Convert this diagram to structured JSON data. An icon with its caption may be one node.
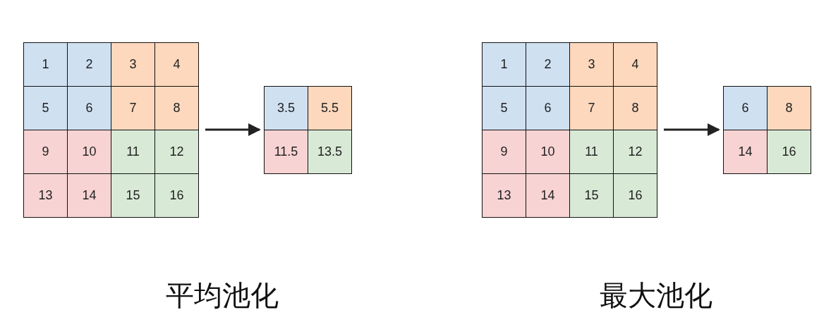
{
  "diagram": {
    "nodes": [
      {
        "text": [],
        "shape": "box"
      },
      {
        "text": [
          "1"
        ],
        "in": 0
      },
      {
        "text": [
          "2"
        ],
        "in": 0
      },
      {
        "text": [
          "3"
        ],
        "in": 0
      },
      {
        "text": [
          "4"
        ],
        "in": 0
      },
      {
        "text": [
          "5"
        ],
        "in": 0
      },
      {
        "text": [
          "6"
        ],
        "in": 0
      },
      {
        "text": [
          "7"
        ],
        "in": 0
      },
      {
        "text": [
          "8"
        ],
        "in": 0
      },
      {
        "text": [
          "9"
        ],
        "in": 0
      },
      {
        "text": [
          "10"
        ],
        "in": 0
      },
      {
        "text": [
          "11"
        ],
        "in": 0
      },
      {
        "text": [
          "12"
        ],
        "in": 0
      },
      {
        "text": [
          "13"
        ],
        "in": 0
      },
      {
        "text": [
          "14"
        ],
        "in": 0
      },
      {
        "text": [
          "15"
        ],
        "in": 0
      },
      {
        "text": [
          "16"
        ],
        "in": 0
      },
      {
        "text": [],
        "shape": "box"
      },
      {
        "text": [
          "3.5"
        ],
        "in": 17
      },
      {
        "text": [
          "5.5"
        ],
        "in": 17
      },
      {
        "text": [
          "11.5"
        ],
        "in": 17
      },
      {
        "text": [
          "13.5"
        ],
        "in": 17
      },
      {
        "text": [],
        "shape": "box"
      },
      {
        "text": [
          "1"
        ],
        "in": 22
      },
      {
        "text": [
          "2"
        ],
        "in": 22
      },
      {
        "text": [
          "3"
        ],
        "in": 22
      },
      {
        "text": [
          "4"
        ],
        "in": 22
      },
      {
        "text": [
          "5"
        ],
        "in": 22
      },
      {
        "text": [
          "6"
        ],
        "in": 22
      },
      {
        "text": [
          "7"
        ],
        "in": 22
      },
      {
        "text": [
          "8"
        ],
        "in": 22
      },
      {
        "text": [
          "9"
        ],
        "in": 22
      },
      {
        "text": [
          "10"
        ],
        "in": 22
      },
      {
        "text": [
          "11"
        ],
        "in": 22
      },
      {
        "text": [
          "12"
        ],
        "in": 22
      },
      {
        "text": [
          "13"
        ],
        "in": 22
      },
      {
        "text": [
          "14"
        ],
        "in": 22
      },
      {
        "text": [
          "15"
        ],
        "in": 22
      },
      {
        "text": [
          "16"
        ],
        "in": 22
      },
      {
        "text": [],
        "shape": "box"
      },
      {
        "text": [
          "6"
        ],
        "in": 39
      },
      {
        "text": [
          "8"
        ],
        "in": 39
      },
      {
        "text": [
          "14"
        ],
        "in": 39
      },
      {
        "text": [
          "16"
        ],
        "in": 39
      }
    ],
    "edges": [
      {
        "from": 0,
        "to": 17,
        "arrow": "to"
      },
      {
        "from": 22,
        "to": 39,
        "arrow": "to"
      }
    ],
    "labels": [
      "平均池化",
      "最大池化"
    ]
  }
}
